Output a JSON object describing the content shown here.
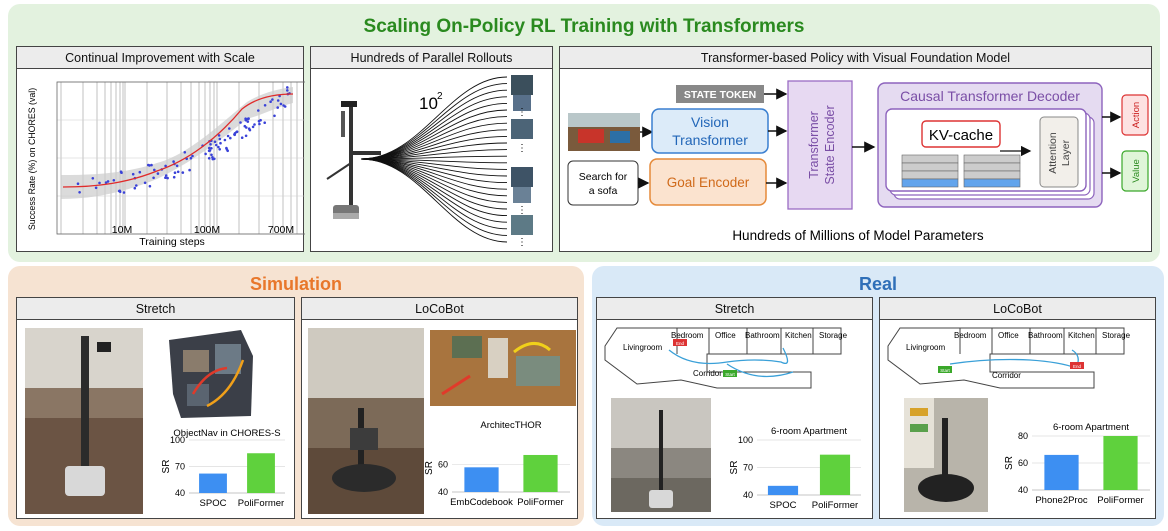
{
  "main_title": "Scaling On-Policy RL Training with Transformers",
  "scaling_panel": {
    "title": "Continual Improvement with Scale",
    "ylabel": "Success Rate (%) on CHORES (val)",
    "xlabel": "Training steps",
    "x_ticks": [
      "10M",
      "100M",
      "700M"
    ]
  },
  "rollouts_panel": {
    "title": "Hundreds of Parallel Rollouts",
    "count_base": "10",
    "count_exp": "2"
  },
  "policy_panel": {
    "title": "Transformer-based Policy with Visual Foundation Model",
    "state_token": "STATE TOKEN",
    "vision_transformer_line1": "Vision",
    "vision_transformer_line2": "Transformer",
    "goal_text_line1": "Search for",
    "goal_text_line2": "a sofa",
    "goal_encoder": "Goal Encoder",
    "state_encoder_line1": "Transformer",
    "state_encoder_line2": "State Encoder",
    "decoder": "Causal Transformer Decoder",
    "kv_cache": "KV-cache",
    "attention_line1": "Attention",
    "attention_line2": "Layer",
    "action": "Action",
    "value": "Value",
    "caption": "Hundreds of Millions of Model Parameters"
  },
  "simulation": {
    "title": "Simulation",
    "stretch": {
      "title": "Stretch",
      "map_caption": "ObjectNav in CHORES-S",
      "chart_data": {
        "type": "bar",
        "categories": [
          "SPOC",
          "PoliFormer"
        ],
        "values": [
          62,
          85
        ],
        "ylabel": "SR",
        "y_ticks": [
          "100",
          "70",
          "40"
        ],
        "ylim": [
          40,
          100
        ],
        "colors": [
          "#3d8ff2",
          "#5fd13d"
        ]
      }
    },
    "locobot": {
      "title": "LoCoBot",
      "chart_data": {
        "type": "bar",
        "categories": [
          "EmbCodebook",
          "PoliFormer"
        ],
        "values": [
          58,
          67
        ],
        "title": "ArchitecTHOR",
        "ylabel": "SR",
        "y_ticks": [
          "60",
          "40"
        ],
        "ylim": [
          40,
          75
        ],
        "colors": [
          "#3d8ff2",
          "#5fd13d"
        ]
      }
    }
  },
  "real": {
    "title": "Real",
    "stretch": {
      "title": "Stretch",
      "rooms": [
        "Livingroom",
        "Bedroom",
        "Office",
        "Bathroom",
        "Kitchen",
        "Storage",
        "Corridor"
      ],
      "end_label": "End",
      "start_label": "Start",
      "chart_data": {
        "type": "bar",
        "categories": [
          "SPOC",
          "PoliFormer"
        ],
        "values": [
          50,
          84
        ],
        "title": "6-room Apartment",
        "ylabel": "SR",
        "y_ticks": [
          "100",
          "70",
          "40"
        ],
        "ylim": [
          40,
          100
        ],
        "colors": [
          "#3d8ff2",
          "#5fd13d"
        ]
      }
    },
    "locobot": {
      "title": "LoCoBot",
      "rooms": [
        "Livingroom",
        "Bedroom",
        "Office",
        "Bathroom",
        "Kitchen",
        "Storage",
        "Corridor"
      ],
      "end_label": "End",
      "start_label": "Start",
      "chart_data": {
        "type": "bar",
        "categories": [
          "Phone2Proc",
          "PoliFormer"
        ],
        "values": [
          66,
          80
        ],
        "title": "6-room Apartment",
        "ylabel": "SR",
        "y_ticks": [
          "80",
          "60",
          "40"
        ],
        "ylim": [
          40,
          80
        ],
        "colors": [
          "#3d8ff2",
          "#5fd13d"
        ]
      }
    }
  }
}
